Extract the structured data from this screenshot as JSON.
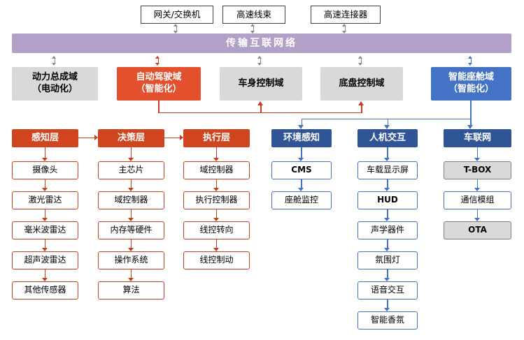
{
  "top_devices": {
    "items": [
      "网关/交换机",
      "高速线束",
      "高速连接器"
    ]
  },
  "backbone": {
    "label": "传输互联网络"
  },
  "domains": [
    {
      "line1": "动力总成域",
      "line2": "（电动化）"
    },
    {
      "line1": "自动驾驶域",
      "line2": "（智能化）"
    },
    {
      "line1": "车身控制域",
      "line2": ""
    },
    {
      "line1": "底盘控制域",
      "line2": ""
    },
    {
      "line1": "智能座舱域",
      "line2": "（智能化）"
    }
  ],
  "columns": [
    {
      "header": "感知层",
      "items": [
        "摄像头",
        "激光雷达",
        "毫米波雷达",
        "超声波雷达",
        "其他传感器"
      ]
    },
    {
      "header": "决策层",
      "items": [
        "主芯片",
        "域控制器",
        "内存等硬件",
        "操作系统",
        "算法"
      ]
    },
    {
      "header": "执行层",
      "items": [
        "域控制器",
        "执行控制器",
        "线控转向",
        "线控制动"
      ]
    },
    {
      "header": "环境感知",
      "items": [
        "CMS",
        "座舱监控"
      ]
    },
    {
      "header": "人机交互",
      "items": [
        "车载显示屏",
        "HUD",
        "声学器件",
        "氛围灯",
        "语音交互",
        "智能香氛"
      ]
    },
    {
      "header": "车联网",
      "items": [
        "T-BOX",
        "通信模组",
        "OTA"
      ]
    }
  ],
  "colors": {
    "backbone_purple": "#B1A0C7",
    "domain_gray": "#D9D9D9",
    "red_domain": "#E2502D",
    "red_header": "#D0451F",
    "red_border": "#C5401E",
    "blue_domain": "#4472C4",
    "blue_header": "#2F5597",
    "item_gray_fill": "#D9D9D9",
    "connector_gray": "#8A8A96"
  }
}
